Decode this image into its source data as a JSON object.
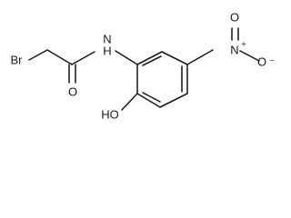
{
  "molecule": {
    "labels": {
      "br": "Br",
      "nh_n": "N",
      "nh_h": "H",
      "amide_o": "O",
      "hydroxyl": "HO",
      "nitro_n": "N",
      "nitro_plus": "+",
      "nitro_o_top": "O",
      "nitro_o_right": "O",
      "nitro_minus": "−"
    }
  }
}
